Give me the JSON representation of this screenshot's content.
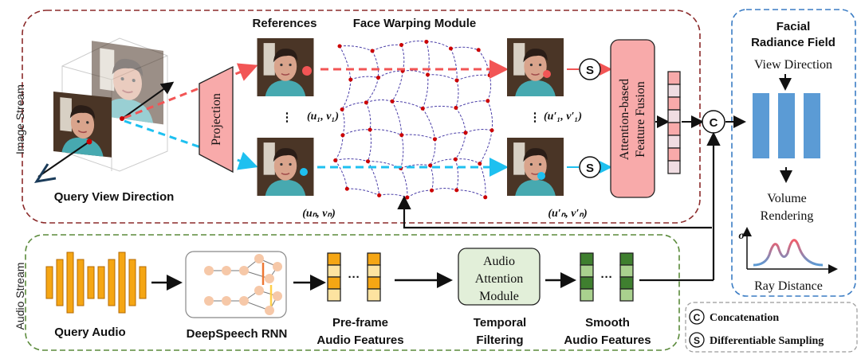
{
  "image_stream": {
    "label": "Image Stream",
    "query_view_direction": "Query View Direction",
    "projection": "Projection",
    "references": "References",
    "face_warping_module": "Face Warping Module",
    "coord_1": "(u₁, v₁)",
    "coord_n": "(uₙ, vₙ)",
    "coord_1_warped": "(u′₁, v′₁)",
    "coord_n_warped": "(u′ₙ, v′ₙ)",
    "fusion_line1": "Attention-based",
    "fusion_line2": "Feature Fusion",
    "sampling_symbol": "S",
    "concat_symbol": "C"
  },
  "audio_stream": {
    "label": "Audio Stream",
    "query_audio": "Query Audio",
    "deepspeech": "DeepSpeech RNN",
    "preframe_line1": "Pre-frame",
    "preframe_line2": "Audio Features",
    "attention_line1": "Audio",
    "attention_line2": "Attention",
    "attention_line3": "Module",
    "temporal_line1": "Temporal",
    "temporal_line2": "Filtering",
    "smooth_line1": "Smooth",
    "smooth_line2": "Audio Features"
  },
  "radiance_field": {
    "title_line1": "Facial",
    "title_line2": "Radiance Field",
    "view_direction": "View Direction",
    "volume_line1": "Volume",
    "volume_line2": "Rendering",
    "sigma": "σ",
    "ray_distance": "Ray Distance"
  },
  "legend": {
    "c_symbol": "C",
    "c_label": "Concatenation",
    "s_symbol": "S",
    "s_label": "Differentiable Sampling"
  },
  "colors": {
    "image_stream_border": "#8b2a2a",
    "audio_stream_border": "#5a8a3a",
    "radiance_border": "#3a7cc4",
    "red_ray": "#f25555",
    "blue_ray": "#1ec0f0",
    "pink": "#f8aaaa",
    "orange": "#f5a614",
    "green": "#3f7f2f",
    "mlp_blue": "#5b9bd5"
  }
}
